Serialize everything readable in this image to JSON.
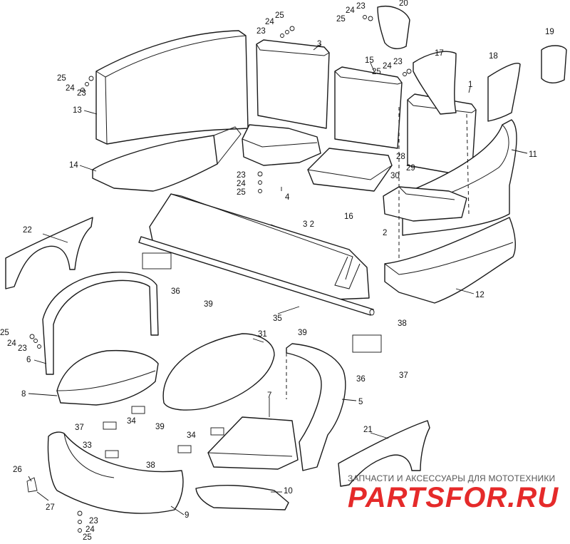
{
  "labels": {
    "l1": "1",
    "l2": "2",
    "l3": "3",
    "l4": "4",
    "l5": "5",
    "l6": "6",
    "l7": "7",
    "l8": "8",
    "l9": "9",
    "l10": "10",
    "l11": "11",
    "l12": "12",
    "l13": "13",
    "l14": "14",
    "l15": "15",
    "l16": "16",
    "l17": "17",
    "l18": "18",
    "l19": "19",
    "l20": "20",
    "l21": "21",
    "l22": "22",
    "l26": "26",
    "l27": "27",
    "l28": "28",
    "l29": "29",
    "l30": "30",
    "l31": "31",
    "l32": "3 2",
    "l33": "33",
    "l35": "35",
    "l36": "36",
    "l36b": "36",
    "l37a": "37",
    "l37b": "37",
    "l38a": "38",
    "l38b": "38",
    "l39a": "39",
    "l39b": "39",
    "l39c": "39",
    "l34a": "34",
    "l34b": "34",
    "g23": "23",
    "g24": "24",
    "g25": "25"
  },
  "watermark": {
    "text": "ЗАПЧАСТИ И АКСЕССУАРЫ ДЛЯ МОТОТЕХНИКИ",
    "logo": "PARTSFOR.RU"
  },
  "colors": {
    "line": "#1a1a1a",
    "logo": "#e52a2a"
  }
}
